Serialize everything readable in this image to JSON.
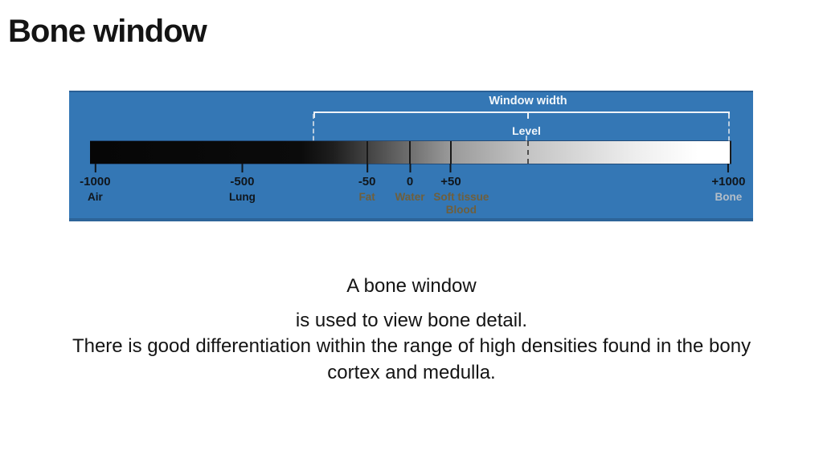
{
  "slide": {
    "title": "Bone window"
  },
  "diagram": {
    "window_width_label": "Window width",
    "level_label": "Level",
    "ticks": [
      {
        "value": "-1000",
        "label": "Air"
      },
      {
        "value": "-500",
        "label": "Lung"
      },
      {
        "value": "-50",
        "label": "Fat"
      },
      {
        "value": "0",
        "label": "Water"
      },
      {
        "value": "+50",
        "label": "Soft tissue",
        "label2": "Blood"
      },
      {
        "value": "+1000",
        "label": "Bone"
      }
    ],
    "colors": {
      "panel_blue": "#3477b5",
      "bar_gradient_start": "#060606",
      "bar_gradient_end": "#ffffff",
      "annotation_white": "#f1f6fa",
      "muted_tissue_label": "#6f5f3c",
      "bone_label_gray": "#b4bec8",
      "tick_black": "#10161c"
    }
  },
  "caption": {
    "line1": "A bone window",
    "line2": "is used to view bone detail.",
    "line3": "There is good differentiation within the range of high densities found in the bony",
    "line4": "cortex and medulla."
  }
}
